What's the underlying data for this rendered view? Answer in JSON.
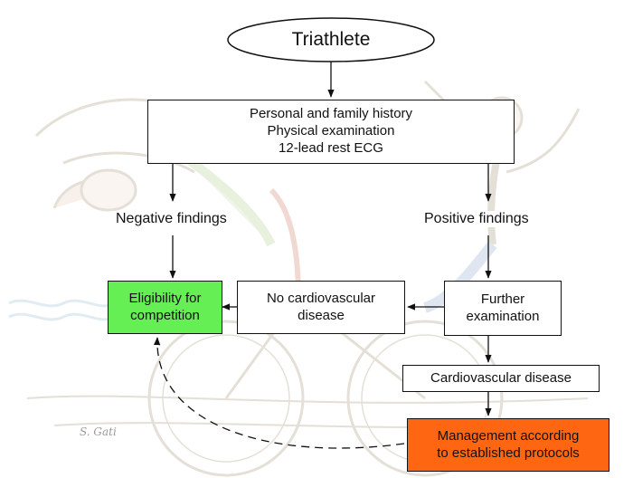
{
  "diagram": {
    "start": "Triathlete",
    "screening": "Personal and family history\nPhysical examination\n12-lead rest ECG",
    "negative_label": "Negative findings",
    "positive_label": "Positive findings",
    "eligibility": "Eligibility for\ncompetition",
    "no_cv_disease": "No cardiovascular\ndisease",
    "further_exam": "Further\nexamination",
    "cv_disease": "Cardiovascular disease",
    "management": "Management according\nto established protocols"
  },
  "signature": "S. Gati",
  "colors": {
    "eligibility_fill": "#66ee55",
    "management_fill": "#ff6611",
    "line": "#111111",
    "watermark": "#d9d2c8"
  }
}
